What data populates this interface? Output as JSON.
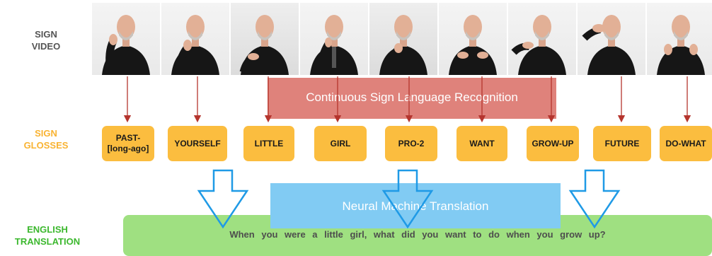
{
  "labels": {
    "video": "SIGN\nVIDEO",
    "glosses": "SIGN\nGLOSSES",
    "translation": "ENGLISH\nTRANSLATION"
  },
  "colors": {
    "gloss_label": "#f9b332",
    "translation_label": "#3cb82e",
    "video_label": "#555555",
    "arrow": "#b5352e",
    "big_arrow": "#1f9ae6"
  },
  "glosses": [
    "PAST-\n[long-ago]",
    "YOURSELF",
    "LITTLE",
    "GIRL",
    "PRO-2",
    "WANT",
    "GROW-UP",
    "FUTURE",
    "DO-WHAT"
  ],
  "csr": {
    "label": "Continuous Sign Language Recognition"
  },
  "nmt": {
    "label": "Neural Machine Translation"
  },
  "translation": {
    "text": "When you were a little girl, what did you want to do when you grow up?"
  }
}
